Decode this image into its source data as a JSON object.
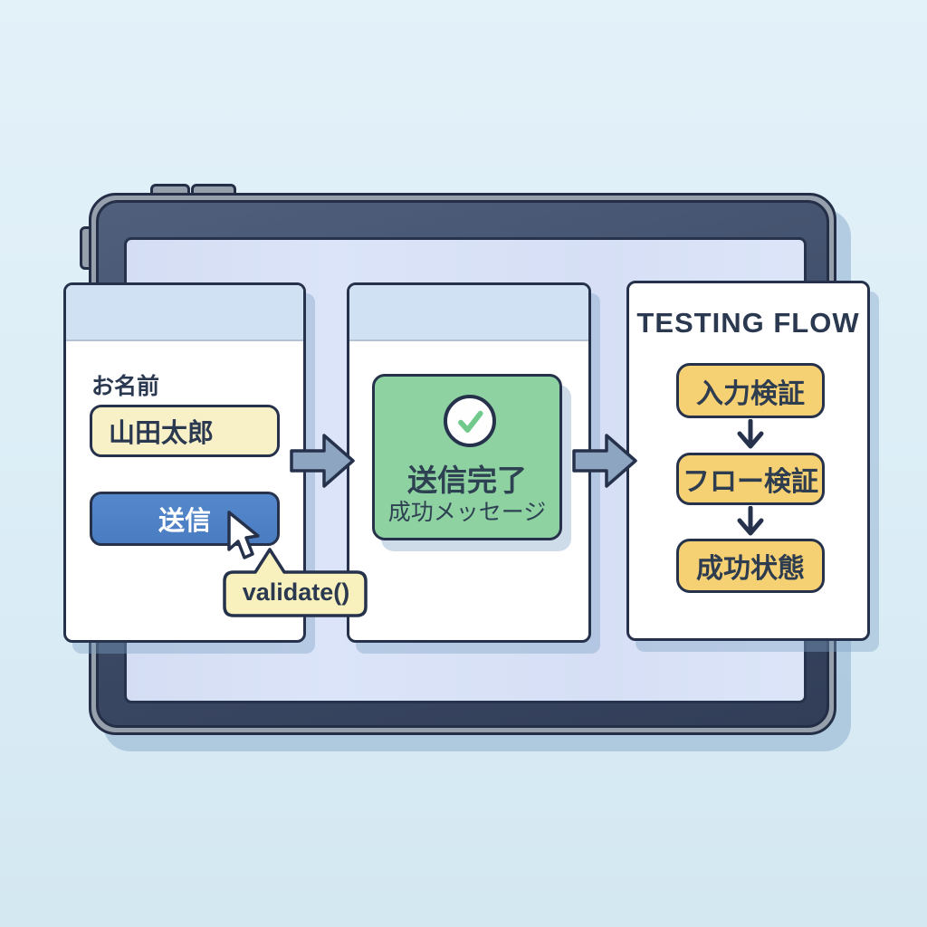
{
  "illustration": {
    "device": "tablet-mockup"
  },
  "form_panel": {
    "name_label": "お名前",
    "name_value": "山田太郎",
    "submit_label": "送信",
    "callout_label": "validate()"
  },
  "success_panel": {
    "heading": "送信完了",
    "subheading": "成功メッセージ"
  },
  "flow_panel": {
    "title": "TESTING FLOW",
    "steps": [
      "入力検証",
      "フロー検証",
      "成功状態"
    ]
  },
  "colors": {
    "outline": "#26324b",
    "accent_blue": "#4d80c5",
    "success_green": "#8fd2a2",
    "check_green": "#72c98c",
    "field_yellow": "#f8f1c8",
    "step_yellow": "#f6d173",
    "callout_yellow": "#f9f1bd",
    "arrow_gray_blue": "#8da5c0",
    "screen_blue": "#d8e1f6",
    "header_band_blue": "#d0e1f4",
    "frame_slate": "#3c4a66"
  }
}
